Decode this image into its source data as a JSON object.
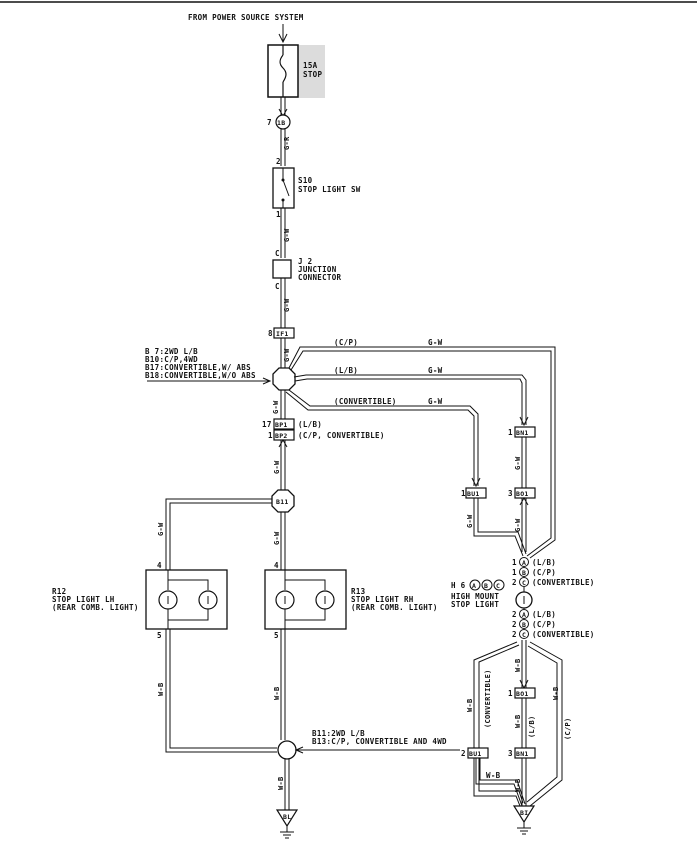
{
  "source": {
    "label": "FROM POWER SOURCE SYSTEM"
  },
  "fuse": {
    "rating": "15A",
    "name": "STOP"
  },
  "connectors": {
    "c1b": {
      "id": "1B",
      "pin": "7"
    },
    "s10": {
      "code": "S10",
      "name": "STOP LIGHT SW",
      "pin_in": "2",
      "pin_out": "1"
    },
    "j2": {
      "code": "J 2",
      "name1": "JUNCTION",
      "name2": "CONNECTOR",
      "pin_in": "C",
      "pin_out": "C"
    },
    "if1": {
      "id": "IF1",
      "pin": "8"
    },
    "bp1": {
      "id": "BP1",
      "pin": "17",
      "note": "(L/B)"
    },
    "bp2": {
      "id": "BP2",
      "pin": "1",
      "note": "(C/P, CONVERTIBLE)"
    },
    "b11": {
      "id": "B11"
    },
    "bn1_top": {
      "id": "BN1",
      "pin": "1"
    },
    "bu1_top": {
      "id": "BU1",
      "pin": "1"
    },
    "bo1_top": {
      "id": "BO1",
      "pin": "3"
    },
    "bo1_bot": {
      "id": "BO1",
      "pin": "1"
    },
    "bu1_bot": {
      "id": "BU1",
      "pin": "2"
    },
    "bn1_bot": {
      "id": "BN1",
      "pin": "3"
    }
  },
  "junction_top": {
    "lines": [
      "B 7:2WD L/B",
      "B10:C/P,4WD",
      "B17:CONVERTIBLE,W/ ABS",
      "B18:CONVERTIBLE,W/O ABS"
    ]
  },
  "junction_bottom": {
    "lines": [
      "B11:2WD L/B",
      "B13:C/P, CONVERTIBLE AND 4WD"
    ]
  },
  "branches": {
    "cp": {
      "label": "(C/P)",
      "wire": "G-W"
    },
    "lb": {
      "label": "(L/B)",
      "wire": "G-W"
    },
    "conv": {
      "label": "(CONVERTIBLE)",
      "wire": "G-W"
    }
  },
  "wires": {
    "gr": "G-R",
    "gw": "G-W",
    "wb": "W-B"
  },
  "r12": {
    "code": "R12",
    "name1": "STOP LIGHT LH",
    "name2": "(REAR COMB. LIGHT)",
    "pin_top": "4",
    "pin_bot": "5"
  },
  "r13": {
    "code": "R13",
    "name1": "STOP LIGHT RH",
    "name2": "(REAR COMB. LIGHT)",
    "pin_top": "4",
    "pin_bot": "5"
  },
  "h6": {
    "code": "H 6",
    "circles": [
      "A",
      "B",
      "C"
    ],
    "name1": "HIGH MOUNT",
    "name2": "STOP LIGHT",
    "top_pins": [
      {
        "pin": "1",
        "conn": "A",
        "note": "(L/B)"
      },
      {
        "pin": "1",
        "conn": "B",
        "note": "(C/P)"
      },
      {
        "pin": "2",
        "conn": "C",
        "note": "(CONVERTIBLE)"
      }
    ],
    "bottom_pins": [
      {
        "pin": "2",
        "conn": "A",
        "note": "(L/B)"
      },
      {
        "pin": "2",
        "conn": "B",
        "note": "(C/P)"
      },
      {
        "pin": "2",
        "conn": "C",
        "note": "(CONVERTIBLE)"
      }
    ]
  },
  "bottom_right_labels": {
    "conv": "(CONVERTIBLE)",
    "lb": "(L/B)",
    "cp": "(C/P)"
  },
  "grounds": {
    "left": "BL",
    "right": "BI"
  }
}
